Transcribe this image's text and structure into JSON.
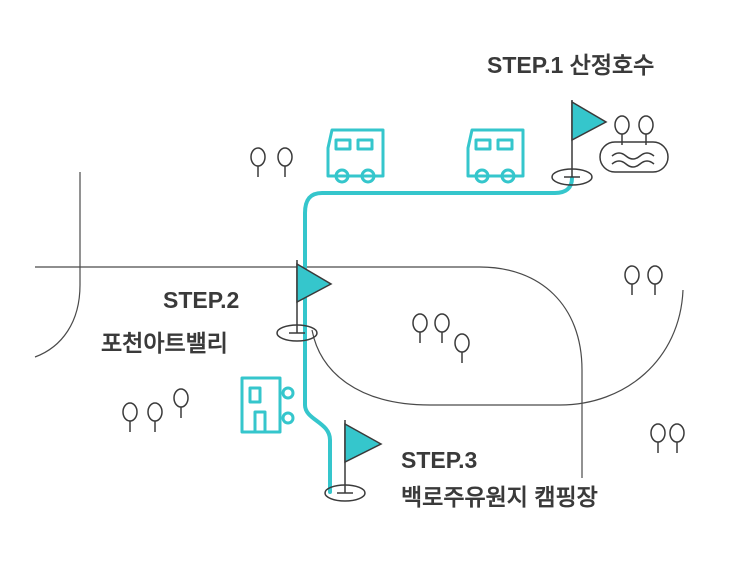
{
  "map": {
    "colors": {
      "route": "#35c6cc",
      "road": "#4a4a4a",
      "ink": "#3a3a3a"
    },
    "steps": [
      {
        "name": "STEP.1 산정호수"
      },
      {
        "name": "STEP.2",
        "subtitle": "포천아트밸리"
      },
      {
        "name": "STEP.3",
        "subtitle": "백로주유원지 캠핑장"
      }
    ],
    "icons": [
      "flag-icon",
      "campervan-icon",
      "lake-icon",
      "tree-icon",
      "building-icon"
    ]
  }
}
